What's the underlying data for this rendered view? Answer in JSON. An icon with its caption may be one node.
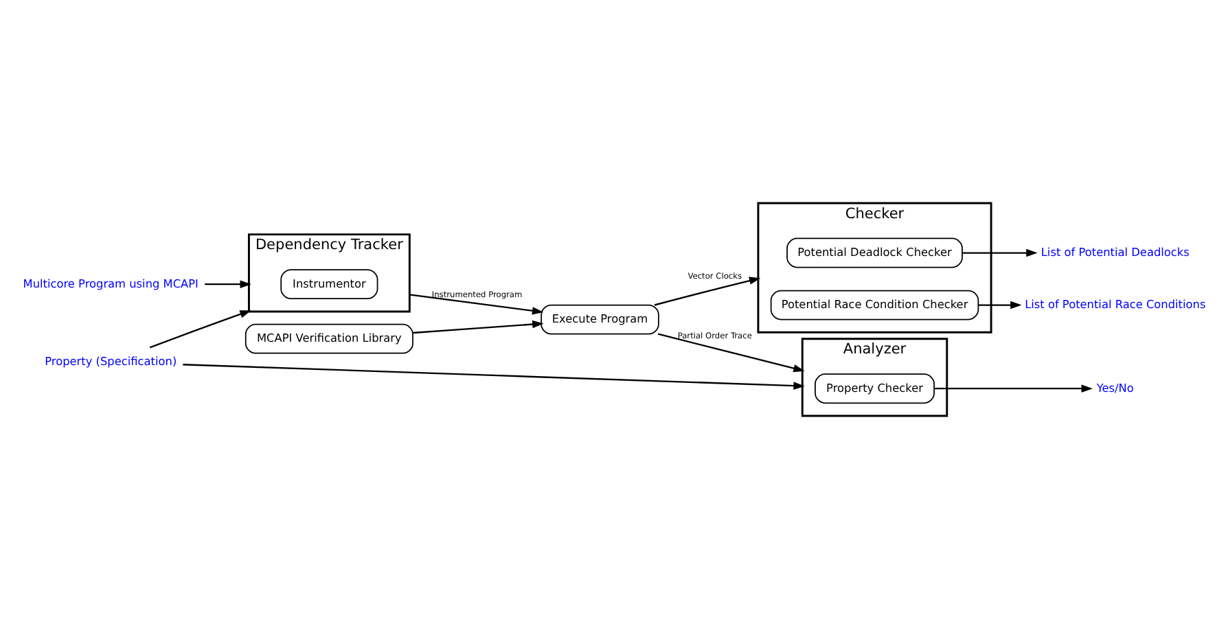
{
  "diagram": {
    "nodes": [
      {
        "text": [
          "Multicore Program using MCAPI"
        ]
      },
      {
        "text": [
          "Dependency Tracker"
        ]
      },
      {
        "text": [
          "Instrumentor"
        ],
        "in": 1
      },
      {
        "text": [
          "MCAPI Verification Library"
        ]
      },
      {
        "text": [
          "Execute Program"
        ]
      },
      {
        "text": [
          "Checker"
        ]
      },
      {
        "text": [
          "Potential Deadlock Checker"
        ],
        "in": 5
      },
      {
        "text": [
          "Potential Race Condition Checker"
        ],
        "in": 5
      },
      {
        "text": [
          "List of Potential Deadlocks"
        ]
      },
      {
        "text": [
          "List of Potential Race Conditions"
        ]
      },
      {
        "text": [
          "Analyzer"
        ]
      },
      {
        "text": [
          "Property Checker"
        ],
        "in": 10
      },
      {
        "text": [
          "Yes/No"
        ]
      },
      {
        "text": [
          "Property (Specification)"
        ]
      }
    ],
    "edges": [
      {
        "from": 0,
        "to": 1,
        "arrow": "to"
      },
      {
        "from": 1,
        "to": 4,
        "arrow": "to",
        "label": "Instrumented Program"
      },
      {
        "from": 3,
        "to": 4,
        "arrow": "to"
      },
      {
        "from": 4,
        "to": 5,
        "arrow": "to",
        "label": "Vector Clocks"
      },
      {
        "from": 4,
        "to": 10,
        "arrow": "to",
        "label": "Partial Order Trace"
      },
      {
        "from": 6,
        "to": 8,
        "arrow": "to"
      },
      {
        "from": 7,
        "to": 9,
        "arrow": "to"
      },
      {
        "from": 11,
        "to": 12,
        "arrow": "to"
      },
      {
        "from": 13,
        "to": 1,
        "arrow": "to"
      },
      {
        "from": 13,
        "to": 10,
        "arrow": "to"
      }
    ]
  }
}
